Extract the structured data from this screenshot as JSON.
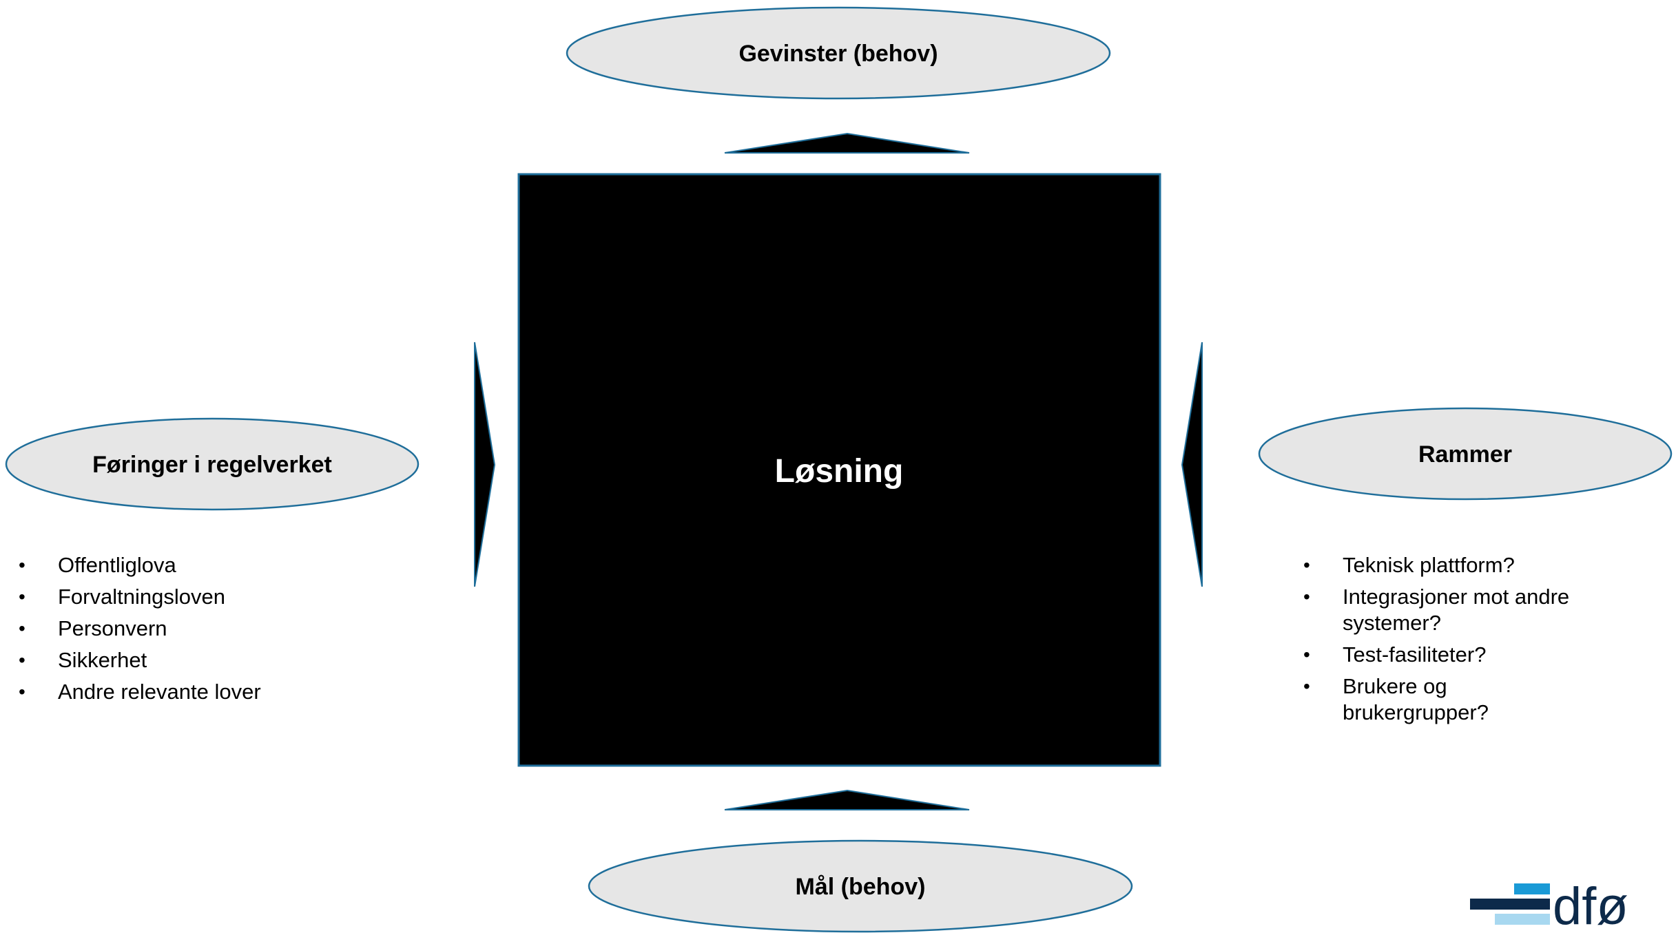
{
  "nodes": {
    "top": {
      "label": "Gevinster (behov)"
    },
    "left": {
      "label": "Føringer i regelverket"
    },
    "right": {
      "label": "Rammer"
    },
    "bottom": {
      "label": "Mål (behov)"
    },
    "center": {
      "label": "Løsning"
    }
  },
  "left_list": {
    "items": [
      "Offentliglova",
      "Forvaltningsloven",
      "Personvern",
      "Sikkerhet",
      "Andre relevante lover"
    ]
  },
  "right_list": {
    "items": [
      "Teknisk plattform?",
      "Integrasjoner mot andre systemer?",
      "Test-fasiliteter?",
      "Brukere og brukergrupper?"
    ]
  },
  "logo": {
    "text": "dfø"
  },
  "colors": {
    "ellipse_fill": "#e6e6e6",
    "outline": "#1f6e9a",
    "center_fill": "#000000",
    "logo_dark": "#0d2a4a",
    "logo_mid": "#1a9ad6",
    "logo_light": "#a8d8f0"
  }
}
